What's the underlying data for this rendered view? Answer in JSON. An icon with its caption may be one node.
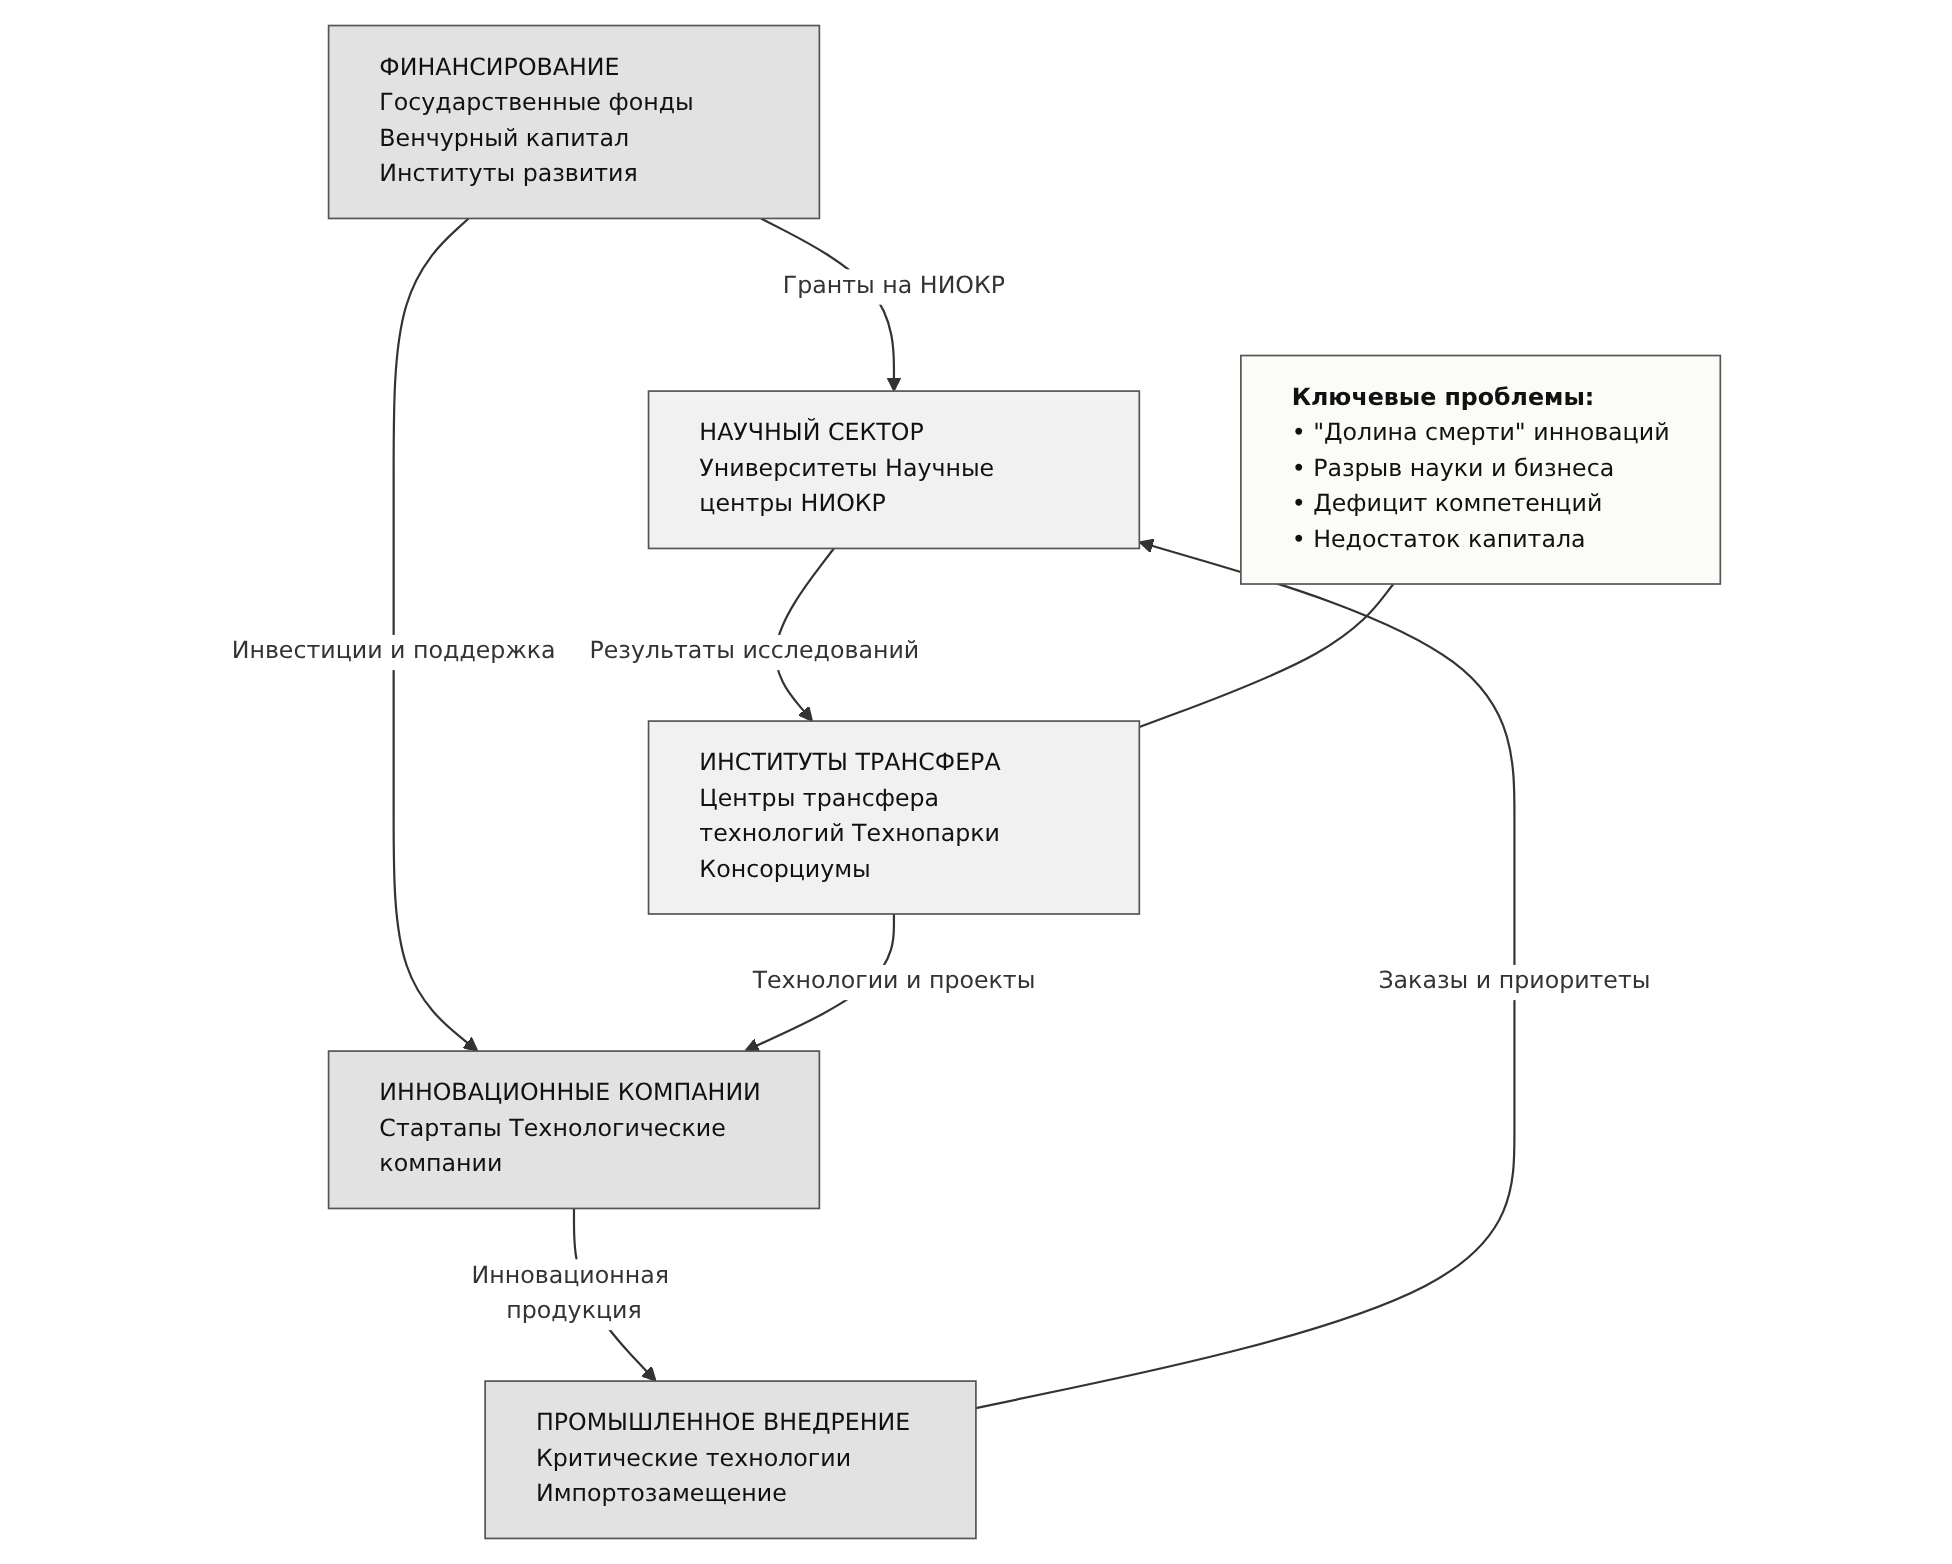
{
  "diagram": {
    "nodes": [
      {
        "text": [
          "ФИНАНСИРОВАНИЕ",
          "Государственные фонды Венчурный капитал Институты развития"
        ]
      },
      {
        "text": [
          "НАУЧНЫЙ СЕКТОР",
          "Университеты Научные центры НИОКР"
        ]
      },
      {
        "text": [
          "ИНСТИТУТЫ ТРАНСФЕРА",
          "Центры трансфера технологий Технопарки Консорциумы"
        ]
      },
      {
        "text": [
          "Ключевые проблемы:",
          "• \"Долина смерти\" инноваций",
          "• Разрыв науки и бизнеса",
          "• Дефицит компетенций",
          "• Недостаток капитала"
        ]
      },
      {
        "text": [
          "ИННОВАЦИОННЫЕ КОМПАНИИ",
          "Стартапы Технологические компании"
        ]
      },
      {
        "text": [
          "ПРОМЫШЛЕННОЕ ВНЕДРЕНИЕ",
          "Критические технологии Импортозамещение"
        ]
      }
    ],
    "edges": [
      {
        "from": 0,
        "to": 1,
        "arrow": "to",
        "label": "Гранты на НИОКР"
      },
      {
        "from": 1,
        "to": 2,
        "arrow": "to",
        "label": "Результаты исследований"
      },
      {
        "from": 3,
        "to": 2,
        "arrow": "none"
      },
      {
        "from": 0,
        "to": 4,
        "arrow": "to",
        "label": "Инвестиции и поддержка"
      },
      {
        "from": 2,
        "to": 4,
        "arrow": "to",
        "label": "Технологии и проекты"
      },
      {
        "from": 4,
        "to": 5,
        "arrow": "to",
        "label": "Инновационная продукция"
      },
      {
        "from": 5,
        "to": 1,
        "arrow": "to",
        "label": "Заказы и приоритеты"
      }
    ]
  }
}
